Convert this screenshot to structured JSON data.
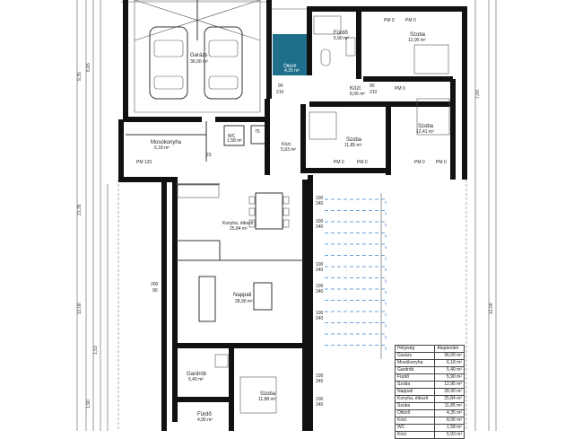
{
  "rooms": {
    "garazs": {
      "name": "Garázs",
      "area": "36,00 m²"
    },
    "mosokonyha": {
      "name": "Mosókonyha",
      "area": "6,18 m²"
    },
    "oltozo": {
      "name": "Öltöző",
      "area": "4,35 m²"
    },
    "furdo_top": {
      "name": "Fürdő",
      "area": "5,90 m²"
    },
    "halo1": {
      "name": "Szoba",
      "area": "12,95 m²"
    },
    "kozl_top": {
      "name": "Közl.",
      "area": "8,06 m²"
    },
    "halo2": {
      "name": "Szoba",
      "area": "11,85 m²"
    },
    "halo3": {
      "name": "Szoba",
      "area": "12,41 m²"
    },
    "kozl_mid": {
      "name": "Közl.",
      "area": "5,93 m²"
    },
    "wc": {
      "name": "WC",
      "area": "1,58 m²"
    },
    "konyha": {
      "name": "Konyha, étkező",
      "area": "25,84 m²"
    },
    "nappali": {
      "name": "Nappali",
      "area": "28,90 m²"
    },
    "gardrob": {
      "name": "Gardrób",
      "area": "5,40 m²"
    },
    "furdo_bottom": {
      "name": "Fürdő",
      "area": "4,90 m²"
    },
    "szoba_bottom": {
      "name": "Szoba",
      "area": "11,88 m²"
    }
  },
  "dimensions": {
    "d1": "9,35",
    "d2": "6,65",
    "d3": "21,35",
    "d4": "12,00",
    "d5": "1,90",
    "d6": "1,53",
    "d7": "7,00",
    "d8": "12,00"
  },
  "openings": {
    "pm": "PM 0",
    "pm120": "PM 120",
    "w100": "100",
    "w240": "240",
    "w90": "90",
    "w210": "210",
    "w200": "200",
    "w75": "75",
    "w23": "23"
  },
  "legend": {
    "title": "Helyiség",
    "col2": "Alapterület",
    "rows": [
      [
        "Garázs",
        "36,00 m²"
      ],
      [
        "Mosókonyha",
        "6,18 m²"
      ],
      [
        "Gardrób",
        "5,40 m²"
      ],
      [
        "Fürdő",
        "5,90 m²"
      ],
      [
        "Szoba",
        "12,95 m²"
      ],
      [
        "Nappali",
        "28,90 m²"
      ],
      [
        "Konyha, étkező",
        "25,84 m²"
      ],
      [
        "Szoba",
        "11,85 m²"
      ],
      [
        "Öltöző",
        "4,35 m²"
      ],
      [
        "Közl.",
        "8,06 m²"
      ],
      [
        "WC",
        "1,58 m²"
      ],
      [
        "Közl.",
        "5,93 m²"
      ]
    ]
  },
  "colors": {
    "highlight": "#1e6e8c",
    "heating": "#6fa3d8",
    "wall": "#111111"
  }
}
